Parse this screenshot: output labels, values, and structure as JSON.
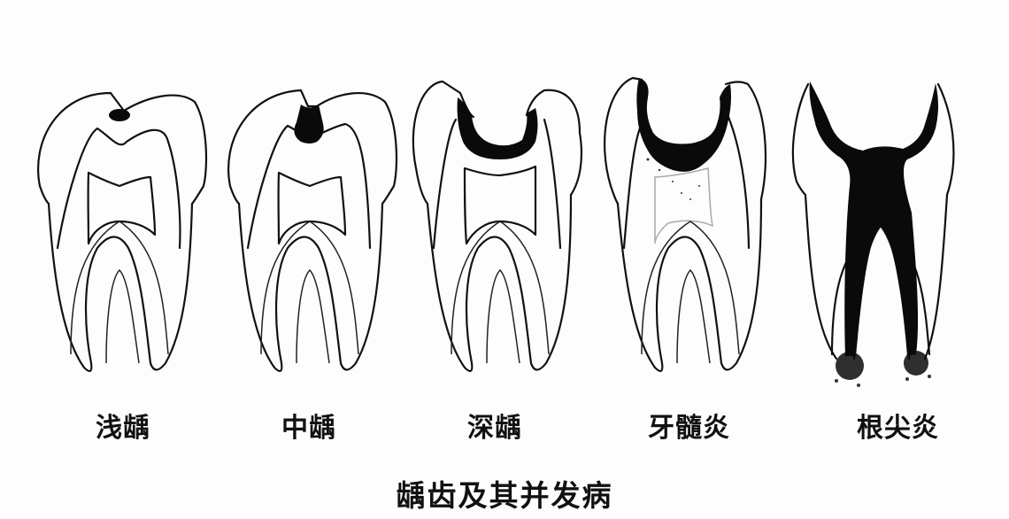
{
  "diagram": {
    "title": "龋齿及其并发病",
    "stages": [
      {
        "id": "shallow",
        "label": "浅龋"
      },
      {
        "id": "medium",
        "label": "中龋"
      },
      {
        "id": "deep",
        "label": "深龋"
      },
      {
        "id": "pulpitis",
        "label": "牙髓炎"
      },
      {
        "id": "periapical",
        "label": "根尖炎"
      }
    ],
    "colors": {
      "line": "#111111",
      "caries": "#0a0a0a",
      "background": "#fdfdfd"
    }
  }
}
